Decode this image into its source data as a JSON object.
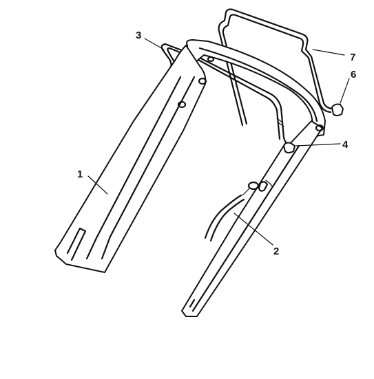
{
  "callouts": [
    {
      "id": "1",
      "text": "1"
    },
    {
      "id": "2",
      "text": "2"
    },
    {
      "id": "3",
      "text": "3"
    },
    {
      "id": "4",
      "text": "4"
    },
    {
      "id": "6",
      "text": "6"
    },
    {
      "id": "7",
      "text": "7"
    }
  ]
}
